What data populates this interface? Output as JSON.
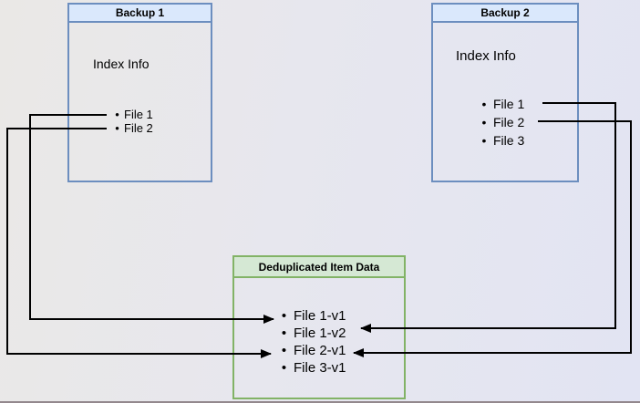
{
  "glyphs": {
    "bullet": "•"
  },
  "colors": {
    "blue_header_fill": "#dae8fc",
    "blue_border": "#6c8ebf",
    "green_header_fill": "#d5e8d4",
    "green_border": "#82b366",
    "connector_line": "#000000",
    "background": "#e7e7ee"
  },
  "backup1": {
    "title": "Backup 1",
    "subtitle": "Index Info",
    "items": [
      "File 1",
      "File 2"
    ]
  },
  "backup2": {
    "title": "Backup 2",
    "subtitle": "Index Info",
    "items": [
      "File 1",
      "File 2",
      "File 3"
    ]
  },
  "dedup": {
    "title": "Deduplicated Item Data",
    "items": [
      "File 1-v1",
      "File 1-v2",
      "File 2-v1",
      "File 3-v1"
    ]
  },
  "connections": [
    {
      "from": "Backup 1 / File 1",
      "to": "Deduplicated Item Data / File 1-v1"
    },
    {
      "from": "Backup 1 / File 2",
      "to": "Deduplicated Item Data / File 2-v1"
    },
    {
      "from": "Backup 2 / File 1",
      "to": "Deduplicated Item Data / File 1-v2"
    },
    {
      "from": "Backup 2 / File 2",
      "to": "Deduplicated Item Data / File 2-v1"
    }
  ]
}
